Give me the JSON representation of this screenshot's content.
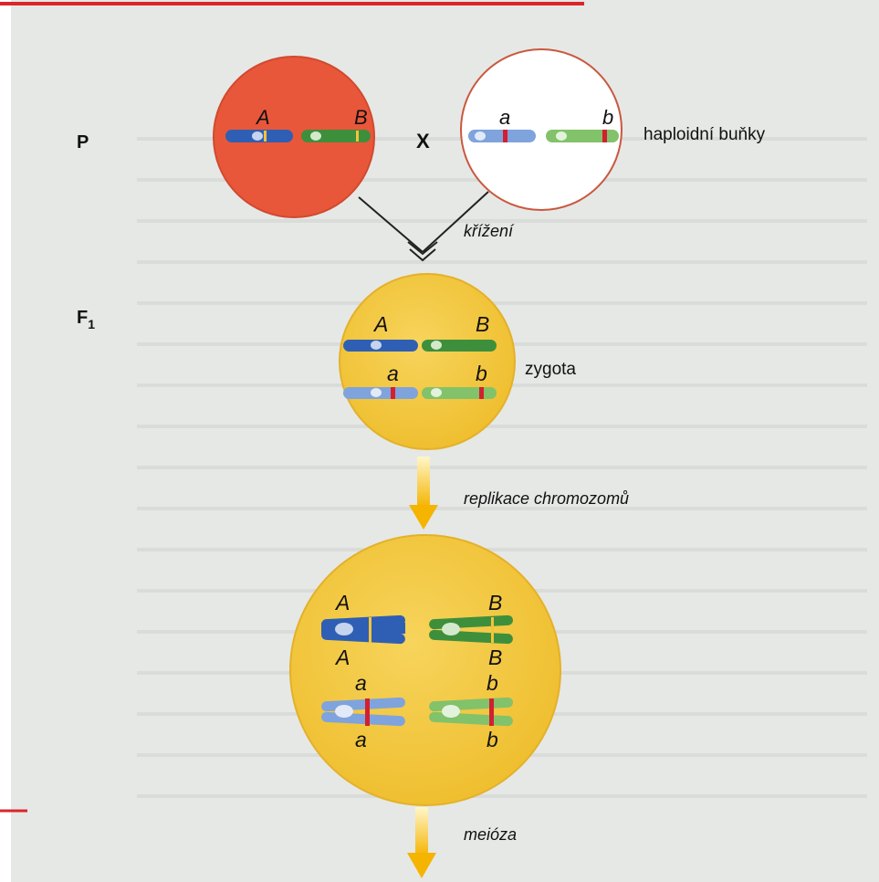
{
  "generations": {
    "parent": "P",
    "f1_base": "F",
    "f1_sub": "1"
  },
  "parent_cells": {
    "cross_symbol": "X",
    "left": {
      "allele_1": "A",
      "allele_2": "B"
    },
    "right": {
      "allele_1": "a",
      "allele_2": "b"
    },
    "label": "haploidní buňky"
  },
  "steps": {
    "cross": "křížení",
    "zygote": "zygota",
    "replication": "replikace chromozomů",
    "meiosis": "meióza"
  },
  "zygote_alleles": {
    "dominant_1": "A",
    "dominant_2": "B",
    "recessive_1": "a",
    "recessive_2": "b"
  },
  "replicated_alleles": {
    "row1_top_1": "A",
    "row1_top_2": "B",
    "row1_bottom_1": "A",
    "row1_bottom_2": "B",
    "row2_top_1": "a",
    "row2_top_2": "b",
    "row2_bottom_1": "a",
    "row2_bottom_2": "b"
  },
  "colors": {
    "parent_cell_dominant": "#e8573a",
    "parent_cell_recessive": "#ffffff",
    "cell_outline": "#c9583f",
    "zygote_cell": "#f2c43a",
    "chromosome_blue_dark": "#2f5fb4",
    "chromosome_blue_light": "#7fa3dd",
    "chromosome_green_dark": "#3e8f3c",
    "chromosome_green_light": "#82c26a",
    "marker_red": "#d32030",
    "arrow_yellow": "#f4b400",
    "background": "#e6e8e6"
  }
}
